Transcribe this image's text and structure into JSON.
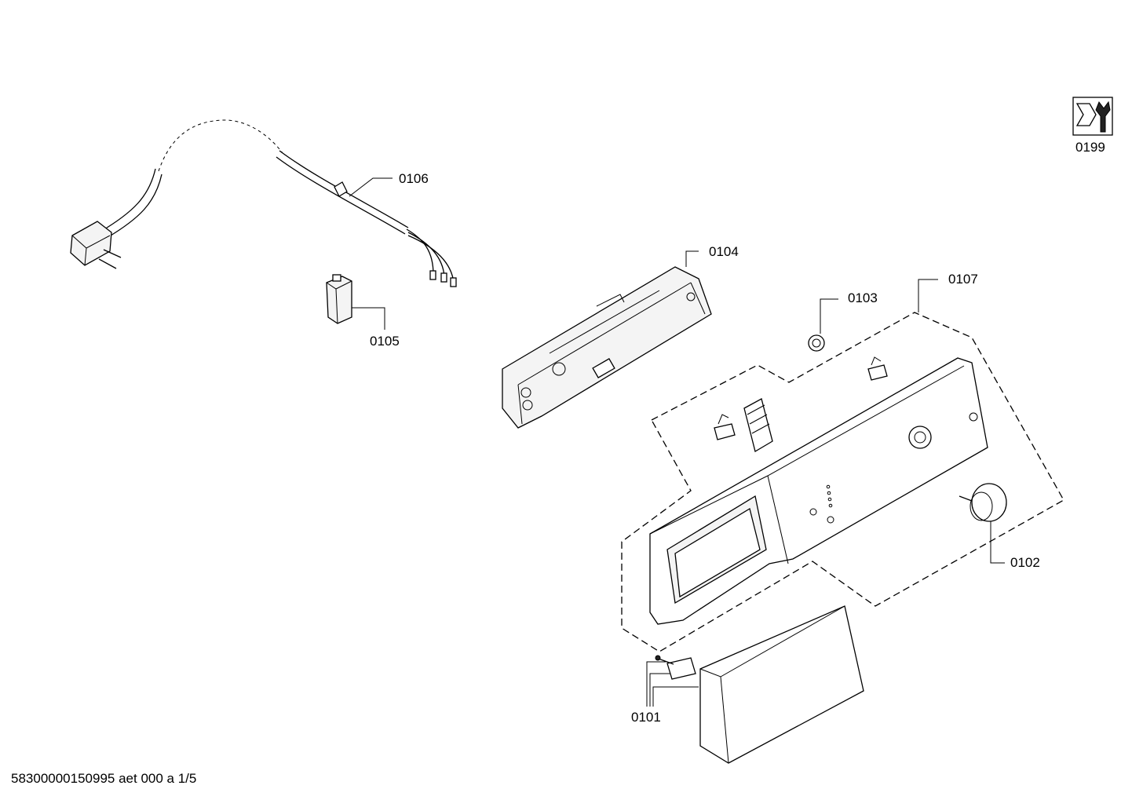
{
  "parts": [
    {
      "id": "0106",
      "label": "0106"
    },
    {
      "id": "0105",
      "label": "0105"
    },
    {
      "id": "0104",
      "label": "0104"
    },
    {
      "id": "0103",
      "label": "0103"
    },
    {
      "id": "0107",
      "label": "0107"
    },
    {
      "id": "0102",
      "label": "0102"
    },
    {
      "id": "0101",
      "label": "0101"
    },
    {
      "id": "0199",
      "label": "0199"
    }
  ],
  "footer": "58300000150995 aet 000 a 1/5"
}
